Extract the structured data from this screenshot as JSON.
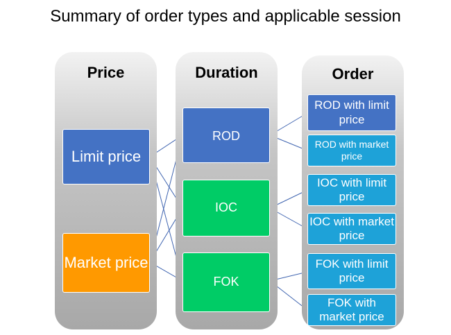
{
  "title": "Summary of order types and applicable session",
  "columns": {
    "price": {
      "header": "Price",
      "items": [
        "Limit price",
        "Market price"
      ]
    },
    "duration": {
      "header": "Duration",
      "items": [
        "ROD",
        "IOC",
        "FOK"
      ]
    },
    "order": {
      "header": "Order",
      "items": [
        "ROD with limit price",
        "ROD with market price",
        "IOC with limit price",
        "IOC with market price",
        "FOK with limit price",
        "FOK with market price"
      ]
    }
  },
  "colors": {
    "price_limit": "#4472c4",
    "price_market": "#ff9900",
    "duration": "#00cc66",
    "duration_rod": "#4472c4",
    "order": "#1ea2d8",
    "order_rod_limit": "#4472c4",
    "connector": "#3f64b0"
  }
}
